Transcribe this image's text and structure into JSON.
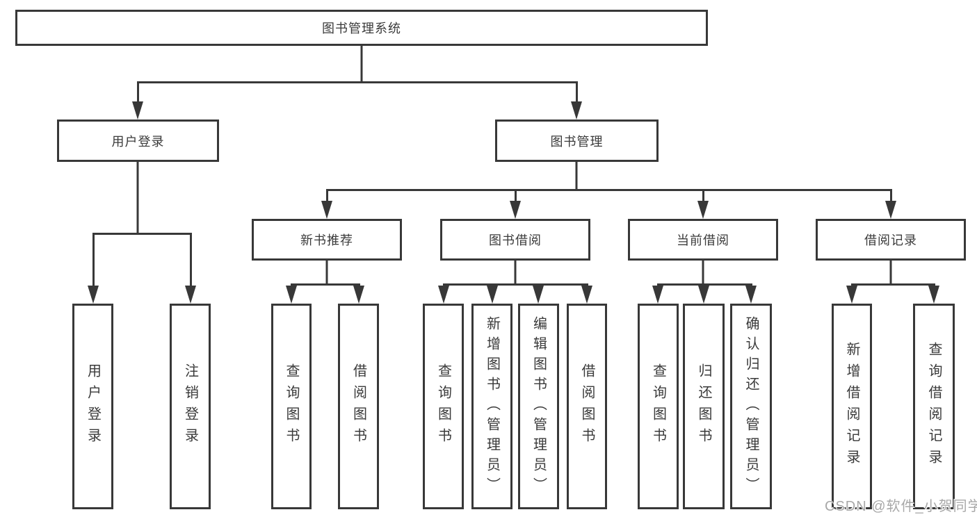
{
  "colors": {
    "line": "#383838",
    "text": "#3a3a3a",
    "box-bg": "#ffffff",
    "page-bg": "#ffffff",
    "watermark": "#a8a8a8"
  },
  "nodes": {
    "root": {
      "label": "图书管理系统"
    },
    "user_login": {
      "label": "用户登录"
    },
    "book_mgmt": {
      "label": "图书管理"
    },
    "new_books": {
      "label": "新书推荐"
    },
    "book_borrow": {
      "label": "图书借阅"
    },
    "current_borrow": {
      "label": "当前借阅"
    },
    "borrow_records": {
      "label": "借阅记录"
    },
    "leaf_user_login": {
      "label": "用户登录"
    },
    "leaf_logout": {
      "label": "注销登录"
    },
    "leaf_nb_query_books": {
      "label": "查询图书"
    },
    "leaf_nb_borrow_books": {
      "label": "借阅图书"
    },
    "leaf_bb_query_books": {
      "label": "查询图书"
    },
    "leaf_bb_add_books": {
      "label": "新增图书（管理员）"
    },
    "leaf_bb_edit_books": {
      "label": "编辑图书（管理员）"
    },
    "leaf_bb_borrow_books": {
      "label": "借阅图书"
    },
    "leaf_cb_query_books": {
      "label": "查询图书"
    },
    "leaf_cb_return_books": {
      "label": "归还图书"
    },
    "leaf_cb_confirm_return": {
      "label": "确认归还（管理员）"
    },
    "leaf_br_add_record": {
      "label": "新增借阅记录"
    },
    "leaf_br_query_record": {
      "label": "查询借阅记录"
    }
  },
  "watermark": {
    "text": "CSDN @软件_小贺同学"
  }
}
